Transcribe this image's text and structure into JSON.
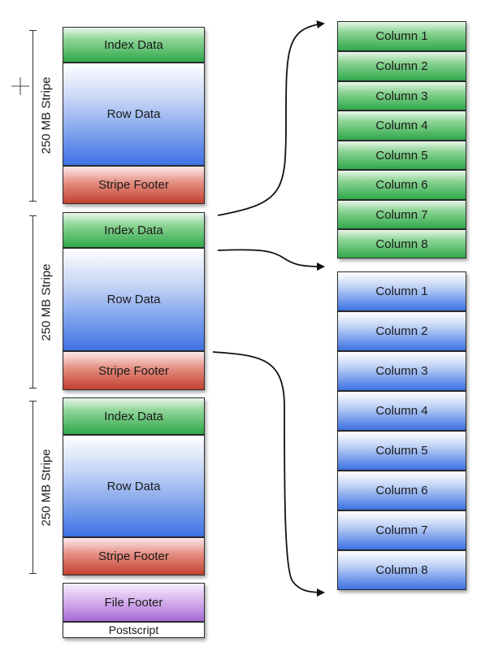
{
  "stripes": [
    {
      "size_label": "250 MB Stripe",
      "index_label": "Index Data",
      "row_label": "Row Data",
      "footer_label": "Stripe Footer"
    },
    {
      "size_label": "250 MB Stripe",
      "index_label": "Index Data",
      "row_label": "Row Data",
      "footer_label": "Stripe Footer"
    },
    {
      "size_label": "250 MB Stripe",
      "index_label": "Index Data",
      "row_label": "Row Data",
      "footer_label": "Stripe Footer"
    }
  ],
  "file_footer_label": "File Footer",
  "postscript_label": "Postscript",
  "index_columns": [
    "Column 1",
    "Column 2",
    "Column 3",
    "Column 4",
    "Column 5",
    "Column 6",
    "Column 7",
    "Column 8"
  ],
  "row_columns": [
    "Column 1",
    "Column 2",
    "Column 3",
    "Column 4",
    "Column 5",
    "Column 6",
    "Column 7",
    "Column 8"
  ],
  "colors": {
    "index": "#2fa84a",
    "row": "#3d72e4",
    "footer": "#c2412f",
    "file_footer": "#a86ad8"
  }
}
